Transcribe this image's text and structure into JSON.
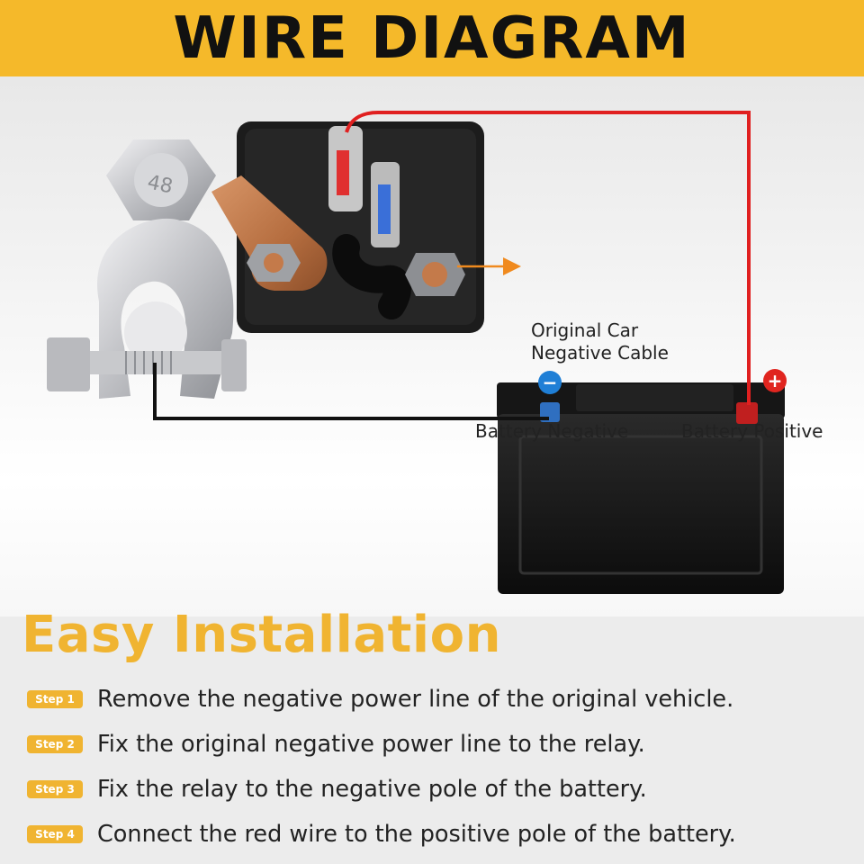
{
  "header": {
    "title": "WIRE DIAGRAM"
  },
  "diagram": {
    "terminal_marking": "48",
    "labels": {
      "original_cable": [
        "Original Car",
        "Negative Cable"
      ],
      "battery_negative": "Battery Negative",
      "battery_positive": "Battery Positive"
    },
    "symbols": {
      "negative": "−",
      "positive": "+"
    },
    "colors": {
      "positive_wire": "#e02020",
      "negative_wire": "#111111",
      "arrow": "#f08a1e",
      "negative_sign": "#1f7fd6",
      "positive_sign": "#e0251f",
      "copper": "#c47a4a"
    }
  },
  "installation": {
    "title": "Easy Installation",
    "steps": [
      {
        "badge": "Step 1",
        "text": "Remove the negative power line of the original vehicle."
      },
      {
        "badge": "Step 2",
        "text": "Fix the original negative power line to the relay."
      },
      {
        "badge": "Step 3",
        "text": "Fix the relay to the negative pole of the battery."
      },
      {
        "badge": "Step 4",
        "text": "Connect the red wire to the positive pole of the battery."
      }
    ],
    "accent_color": "#f0b431"
  }
}
